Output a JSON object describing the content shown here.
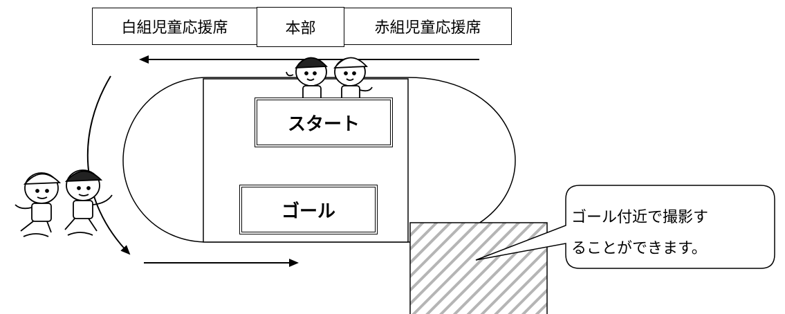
{
  "seats": {
    "white": "白組児童応援席",
    "headquarters": "本部",
    "red": "赤組児童応援席"
  },
  "labels": {
    "start": "スタート",
    "goal": "ゴール"
  },
  "callout": {
    "line1": "ゴール付近で撮影す",
    "line2": "ることができます。"
  },
  "icons": [
    "running-kids-icon",
    "arrow-icon"
  ]
}
